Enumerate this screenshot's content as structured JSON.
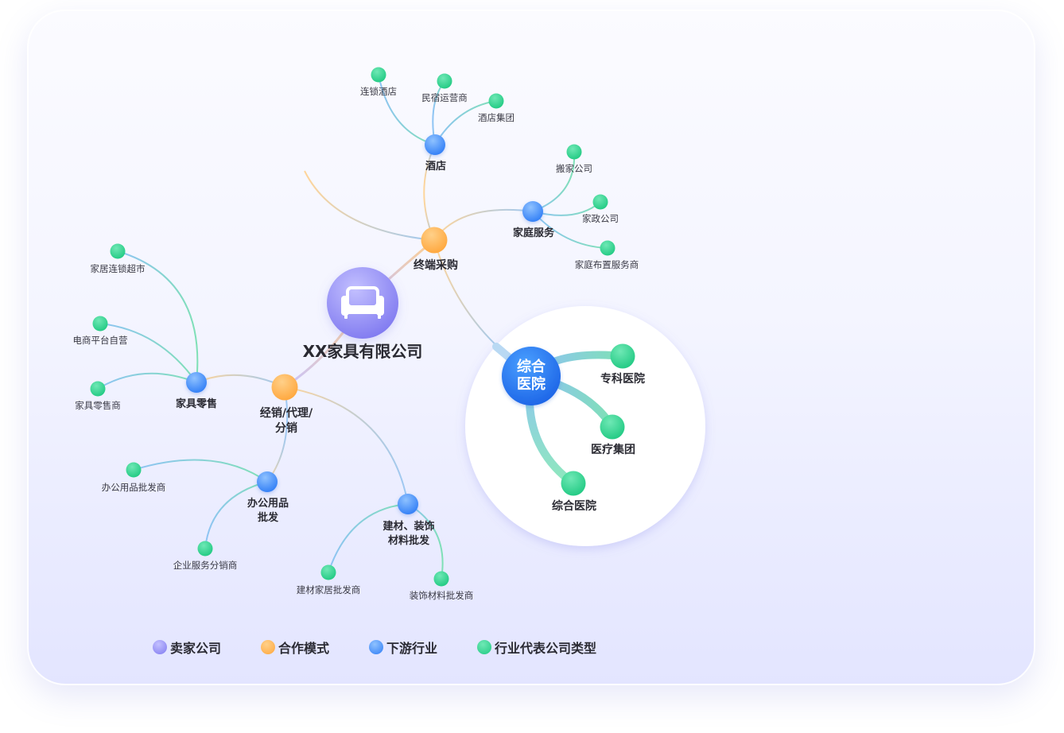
{
  "company": "XX家具有限公司",
  "sofa_icon": "sofa-icon",
  "modes": {
    "terminal": "终端采购",
    "distribution_line1": "经销/代理/",
    "distribution_line2": "分销"
  },
  "industries": {
    "hotel": "酒店",
    "home_service": "家庭服务",
    "furniture_retail": "家具零售",
    "office_wholesale_line1": "办公用品",
    "office_wholesale_line2": "批发",
    "building_line1": "建材、装饰",
    "building_line2": "材料批发",
    "hospital_line1": "综合",
    "hospital_line2": "医院"
  },
  "companies": {
    "chain_hotel": "连锁酒店",
    "homestay": "民宿运营商",
    "hotel_group": "酒店集团",
    "moving": "搬家公司",
    "housekeeping": "家政公司",
    "home_decor_service": "家庭布置服务商",
    "home_chain_supermarket": "家居连锁超市",
    "ecommerce": "电商平台自营",
    "furniture_retailer": "家具零售商",
    "office_wholesaler": "办公用品批发商",
    "enterprise_service": "企业服务分销商",
    "building_wholesaler": "建材家居批发商",
    "decoration_wholesaler": "装饰材料批发商",
    "specialty_hospital": "专科医院",
    "medical_group": "医疗集团",
    "general_hospital": "综合医院"
  },
  "legend": [
    {
      "label": "卖家公司",
      "color": "#8f8ff5"
    },
    {
      "label": "合作模式",
      "color": "#ffb14a"
    },
    {
      "label": "下游行业",
      "color": "#3f8cff"
    },
    {
      "label": "行业代表公司类型",
      "color": "#2fd28e"
    }
  ],
  "colors": {
    "seller": "#8f8ff5",
    "mode": "#ffb14a",
    "industry": "#3f8cff",
    "company": "#2fd28e"
  }
}
